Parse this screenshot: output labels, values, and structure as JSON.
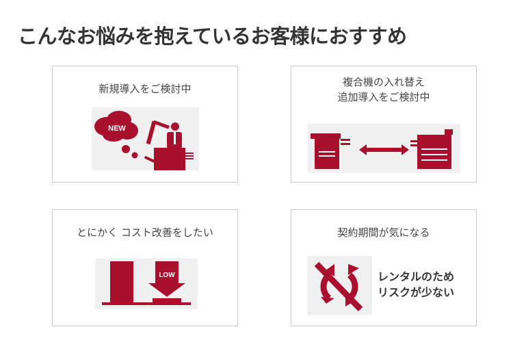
{
  "title": "こんなお悩みを抱えているお客様におすすめ",
  "accent_color": "#a8102e",
  "cards": [
    {
      "heading": [
        "新規導入をご検討中"
      ],
      "badge": "NEW",
      "icon": "new-copier-user-icon"
    },
    {
      "heading": [
        "複合機の入れ替え",
        "追加導入をご検討中"
      ],
      "icon": "copier-swap-icon"
    },
    {
      "heading": [
        "とにかく コスト改善をしたい"
      ],
      "badge": "LOW",
      "icon": "cost-down-icon"
    },
    {
      "heading": [
        "契約期間が気になる"
      ],
      "side_text": [
        "レンタルのため",
        "リスクが少ない"
      ],
      "icon": "no-renewal-icon"
    }
  ]
}
